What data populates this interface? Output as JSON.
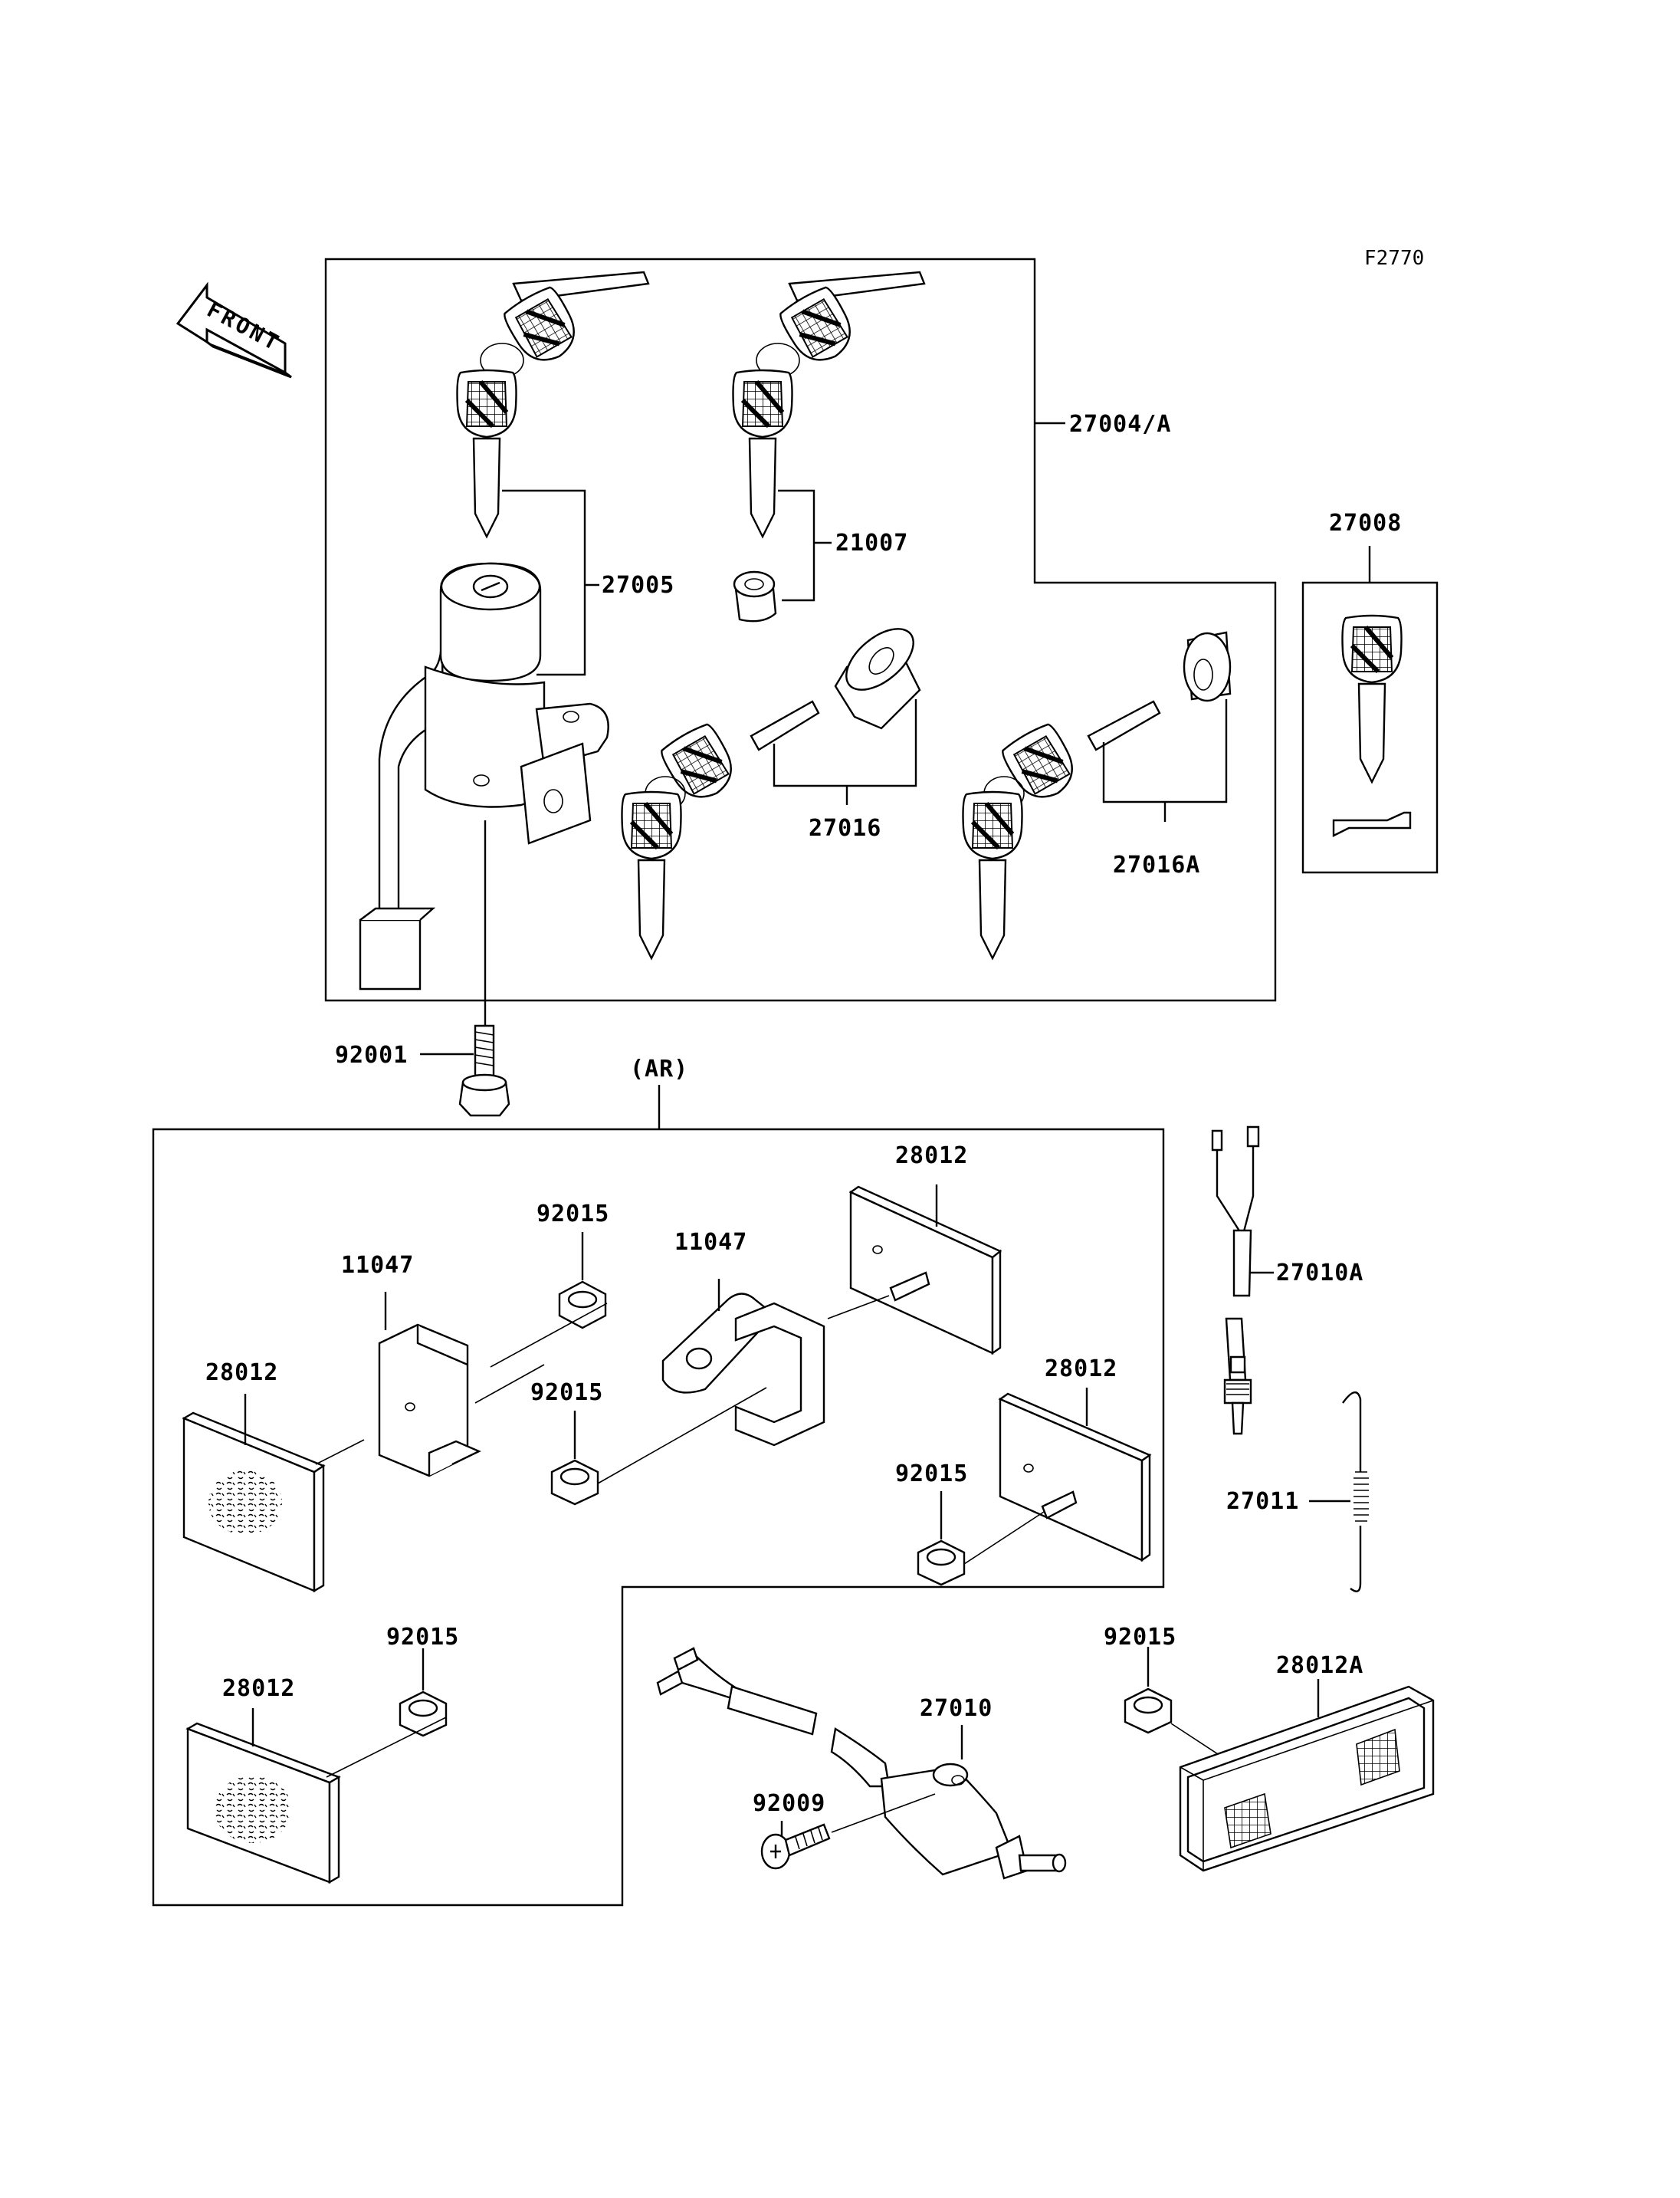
{
  "diagram": {
    "figure_code": "F2770",
    "front_label": "FRONT",
    "ar_label": "(AR)",
    "part_numbers": {
      "p27004A": "27004/A",
      "p27005": "27005",
      "p21007": "21007",
      "p27016": "27016",
      "p27016A": "27016A",
      "p27008": "27008",
      "p92001": "92001",
      "p28012_a": "28012",
      "p28012_b": "28012",
      "p28012_c": "28012",
      "p28012_d": "28012",
      "p11047_a": "11047",
      "p11047_b": "11047",
      "p92015_a": "92015",
      "p92015_b": "92015",
      "p92015_c": "92015",
      "p92015_d": "92015",
      "p92015_e": "92015",
      "p27010A": "27010A",
      "p27011": "27011",
      "p27010": "27010",
      "p92009": "92009",
      "p28012A": "28012A"
    }
  }
}
